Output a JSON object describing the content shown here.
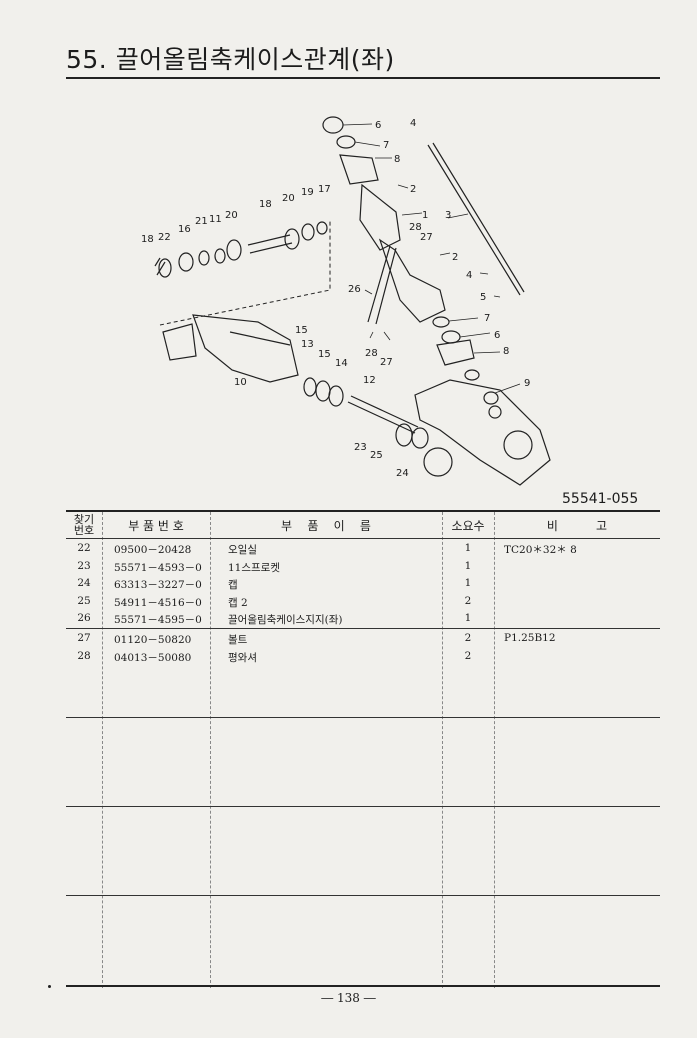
{
  "title": "55.  끌어올림축케이스관계(좌)",
  "figure_code": "55541-055",
  "callouts": [
    "1",
    "2",
    "2",
    "3",
    "4",
    "4",
    "5",
    "6",
    "6",
    "7",
    "7",
    "8",
    "8",
    "9",
    "10",
    "11",
    "12",
    "13",
    "14",
    "15",
    "15",
    "16",
    "17",
    "18",
    "18",
    "19",
    "20",
    "20",
    "21",
    "22",
    "23",
    "24",
    "25",
    "26",
    "27",
    "27",
    "28",
    "28"
  ],
  "table": {
    "headers": {
      "no": "찾기\n번호",
      "part_no": "부 품 번 호",
      "name": "부    품    이    름",
      "qty": "소요수",
      "remark": "비          고"
    },
    "groups": [
      [
        {
          "no": "22",
          "part_no": "09500－20428",
          "name": "오일실",
          "qty": "1",
          "remark": "TC20＊32＊ 8"
        },
        {
          "no": "23",
          "part_no": "55571－4593－0",
          "name": "11스프로켓",
          "qty": "1",
          "remark": ""
        },
        {
          "no": "24",
          "part_no": "63313－3227－0",
          "name": "캡",
          "qty": "1",
          "remark": ""
        },
        {
          "no": "25",
          "part_no": "54911－4516－0",
          "name": "캡 2",
          "qty": "2",
          "remark": ""
        },
        {
          "no": "26",
          "part_no": "55571－4595－0",
          "name": "끌어올림축케이스지지(좌)",
          "qty": "1",
          "remark": ""
        }
      ],
      [
        {
          "no": "27",
          "part_no": "01120－50820",
          "name": "볼트",
          "qty": "2",
          "remark": "P1.25B12"
        },
        {
          "no": "28",
          "part_no": "04013－50080",
          "name": "평와셔",
          "qty": "2",
          "remark": ""
        }
      ]
    ]
  },
  "page_number": "― 138 ―"
}
